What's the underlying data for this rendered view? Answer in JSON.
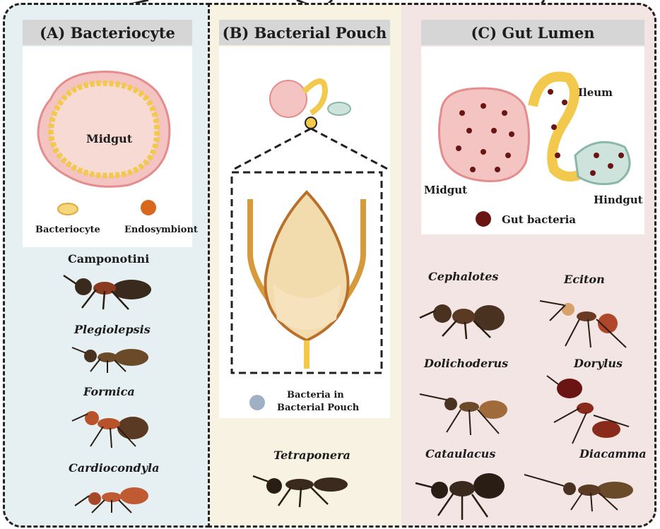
{
  "panel_a": {
    "title": "(A) Bacteriocyte",
    "organ_label": "Midgut",
    "legend": {
      "bacteriocyte": "Bacteriocyte",
      "endosymbiont": "Endosymbiont"
    },
    "genera": [
      "Camponotini",
      "Plegiolepsis",
      "Formica",
      "Cardiocondyla"
    ]
  },
  "panel_b": {
    "title": "(B) Bacterial Pouch",
    "legend_line1": "Bacteria in",
    "legend_line2": "Bacterial Pouch",
    "genera": [
      "Tetraponera"
    ]
  },
  "panel_c": {
    "title": "(C) Gut Lumen",
    "labels": {
      "ileum": "Ileum",
      "midgut": "Midgut",
      "hindgut": "Hindgut"
    },
    "legend": "Gut bacteria",
    "genera": [
      "Cephalotes",
      "Eciton",
      "Dolichoderus",
      "Dorylus",
      "Cataulacus",
      "Diacamma"
    ]
  },
  "colors": {
    "panel_a_bg": "#e6f0f3",
    "panel_b_bg": "#f7f2e1",
    "panel_c_bg": "#f3e5e3",
    "header_bg": "#d6d6d6",
    "midgut_pink": "#f3c4c2",
    "bacteriocyte_yellow": "#f2c94c",
    "endosymbiont_orange": "#d9681c",
    "pouch_bacteria": "#9fb0c4",
    "gut_bacteria": "#6b1414",
    "ant_dark": "#3a2a1e",
    "ant_red": "#9a3a1e"
  }
}
